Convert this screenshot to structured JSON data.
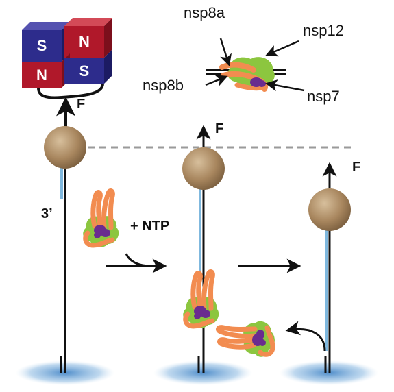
{
  "labels": {
    "nsp8a": "nsp8a",
    "nsp8b": "nsp8b",
    "nsp12": "nsp12",
    "nsp7": "nsp7",
    "force": "F",
    "three_prime": "3’",
    "ntp": "+ NTP"
  },
  "magnet": {
    "poles": [
      "S",
      "N",
      "N",
      "S"
    ]
  },
  "colors": {
    "magnet_blue": "#2d2c8c",
    "magnet_red": "#b0182a",
    "bead": "#a8865e",
    "dna": "#111111",
    "rna": "#7fb8de",
    "nsp12": "#8cc63f",
    "nsp8": "#f28c50",
    "nsp7": "#6a2c8f",
    "surface": "#4f8fc9",
    "dashed_line": "#9a9a9a"
  }
}
